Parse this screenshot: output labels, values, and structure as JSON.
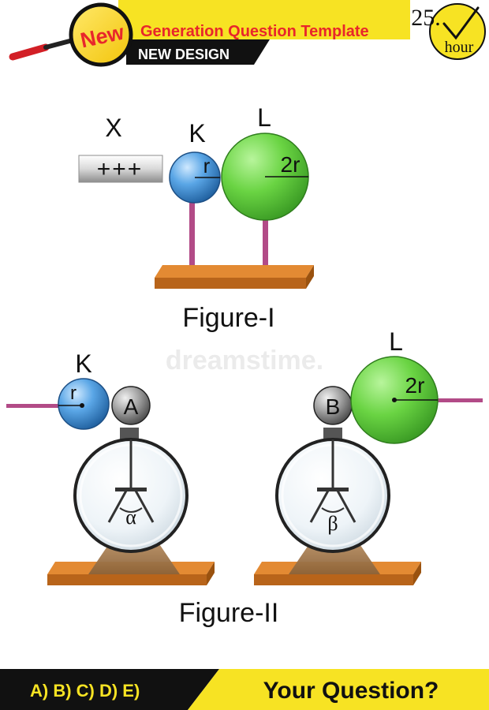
{
  "header": {
    "badge": "New",
    "title": "Generation Question Template",
    "subtitle": "NEW DESIGN",
    "timer_number": "25.",
    "timer_unit": "hour"
  },
  "figure1": {
    "label_x": "X",
    "rod_charges": "+++",
    "label_k": "K",
    "radius_k": "r",
    "label_l": "L",
    "radius_l": "2r",
    "caption": "Figure-I"
  },
  "figure2": {
    "label_k": "K",
    "radius_k": "r",
    "knob_a": "A",
    "angle_left": "α",
    "label_l": "L",
    "radius_l": "2r",
    "knob_b": "B",
    "angle_right": "β",
    "caption": "Figure-II"
  },
  "watermark": "dreamstime.",
  "footer": {
    "answer_options": "A) B) C) D) E)",
    "question": "Your Question?"
  },
  "colors": {
    "yellow": "#f7e323",
    "black": "#111111",
    "red": "#e8262b",
    "blue_sphere": "#3f8fd4",
    "green_sphere": "#5fce3e",
    "wood": "#d4761f",
    "rod": "#b24b87"
  }
}
